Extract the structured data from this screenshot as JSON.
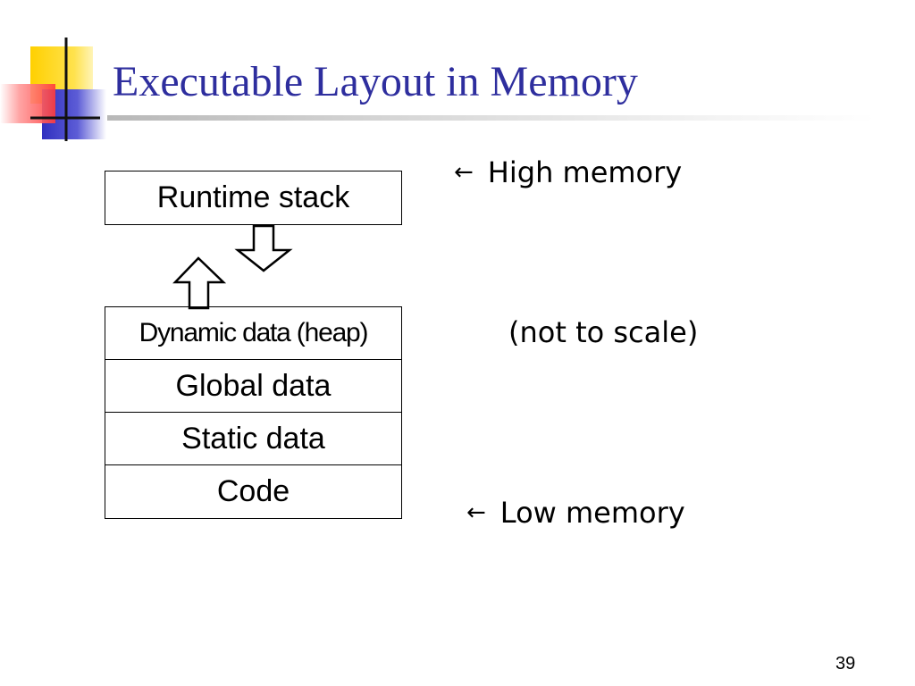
{
  "slide": {
    "title": "Executable Layout in Memory",
    "page_number": "39"
  },
  "diagram": {
    "top_block": "Runtime stack",
    "blocks": [
      "Dynamic data (heap)",
      "Global data",
      "Static data",
      "Code"
    ],
    "growth_arrows": [
      "arrow-down",
      "arrow-up"
    ]
  },
  "annotations": {
    "arrow_glyph": "←",
    "high": "High memory",
    "scale_note": "(not to scale)",
    "low": "Low memory"
  },
  "colors": {
    "title": "#2e2e9e",
    "deco_yellow": "#ffd400",
    "deco_blue": "#3434c8",
    "deco_red": "#ff4040"
  }
}
